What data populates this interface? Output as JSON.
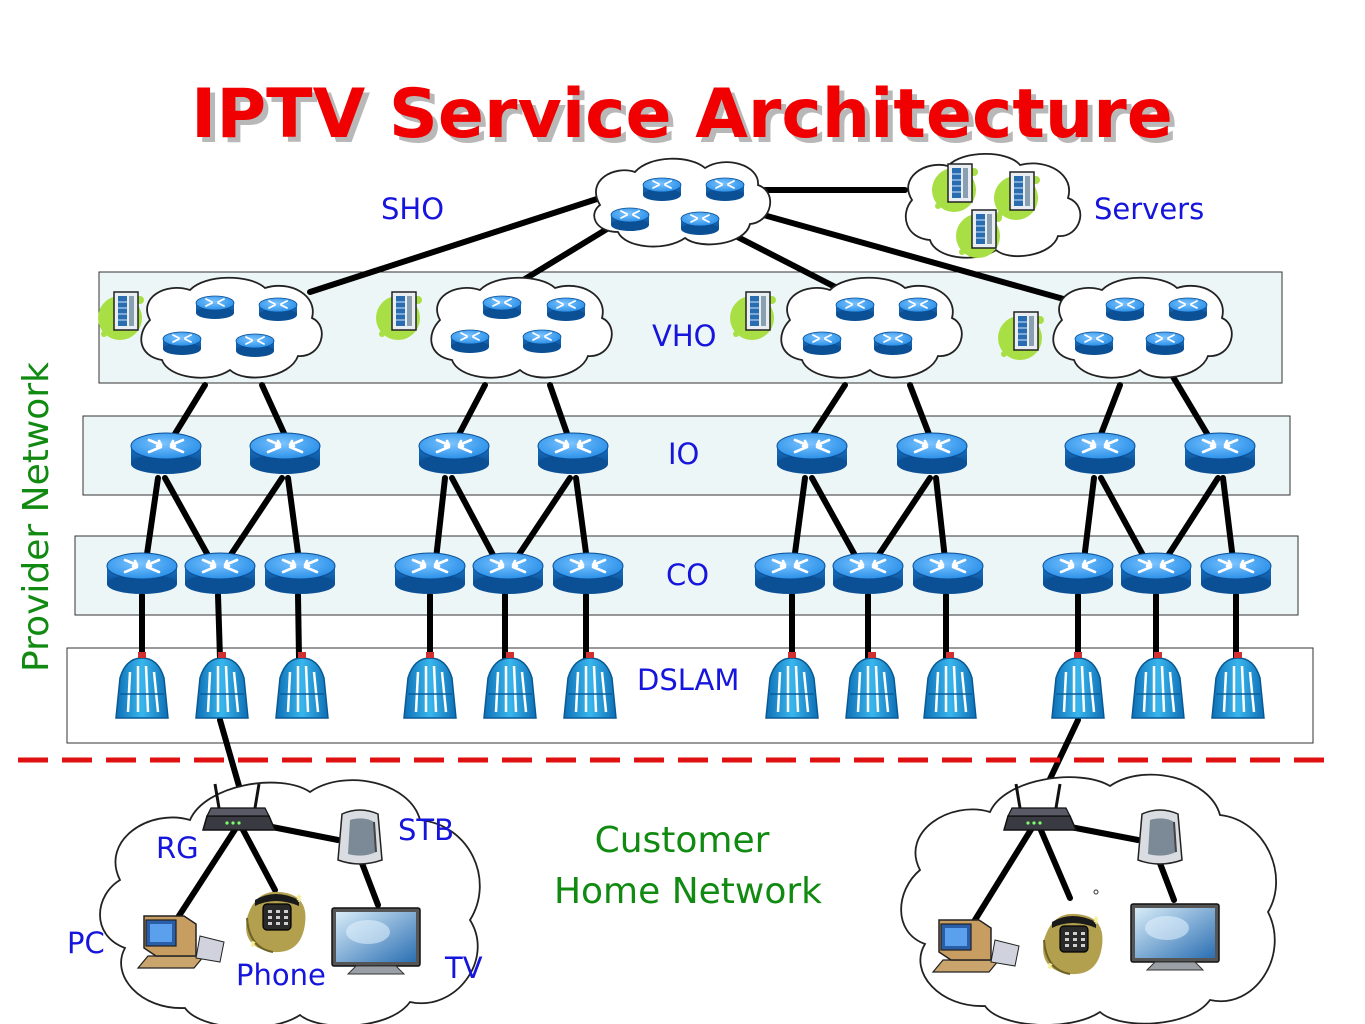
{
  "title": "IPTV Service Architecture",
  "side_label": "Provider Network",
  "tiers": {
    "sho": "SHO",
    "servers": "Servers",
    "vho": "VHO",
    "io": "IO",
    "co": "CO",
    "dslam": "DSLAM"
  },
  "customer_label": {
    "line1": "Customer",
    "line2": "Home Network"
  },
  "home": {
    "rg": "RG",
    "stb": "STB",
    "pc": "PC",
    "phone": "Phone",
    "tv": "TV"
  },
  "colors": {
    "title": "#f00000",
    "tier_labels": "#1515dd",
    "network_labels": "#118a11",
    "router": "#1e88e5",
    "dslam": "#1c9fd9",
    "boundary": "#e01010"
  },
  "icons": [
    "router-icon",
    "server-icon",
    "dslam-icon",
    "residential-gateway-icon",
    "pc-icon",
    "phone-icon",
    "tv-icon",
    "stb-icon"
  ]
}
